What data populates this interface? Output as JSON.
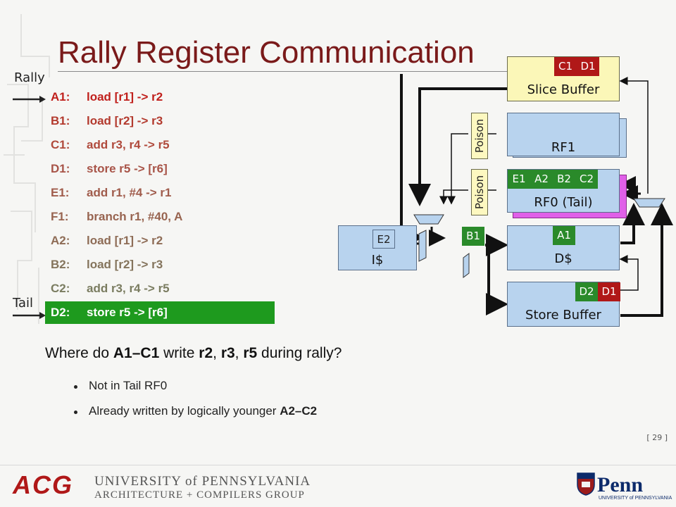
{
  "title": "Rally Register Communication",
  "labels": {
    "rally": "Rally",
    "tail": "Tail"
  },
  "code": [
    {
      "label": "A1:",
      "instr": "load [r1] -> r2",
      "color": "#c0201c",
      "highlight": false
    },
    {
      "label": "B1:",
      "instr": "load [r2] -> r3",
      "color": "#b33a2e",
      "highlight": false
    },
    {
      "label": "C1:",
      "instr": "add r3, r4 -> r5",
      "color": "#b04a3c",
      "highlight": false
    },
    {
      "label": "D1:",
      "instr": "store r5 -> [r6]",
      "color": "#a85448",
      "highlight": false
    },
    {
      "label": "E1:",
      "instr": "add r1, #4 -> r1",
      "color": "#a05c4c",
      "highlight": false
    },
    {
      "label": "F1:",
      "instr": "branch r1, #40, A",
      "color": "#986450",
      "highlight": false
    },
    {
      "label": "A2:",
      "instr": "load [r1] -> r2",
      "color": "#8e6c56",
      "highlight": false
    },
    {
      "label": "B2:",
      "instr": "load [r2] -> r3",
      "color": "#84745c",
      "highlight": false
    },
    {
      "label": "C2:",
      "instr": "add r3, r4 -> r5",
      "color": "#7a7c60",
      "highlight": false
    },
    {
      "label": "D2:",
      "instr": "store r5 -> [r6]",
      "color": "#ffffff",
      "highlight": true
    }
  ],
  "diagram": {
    "slice_buffer": {
      "name": "Slice Buffer",
      "cells": [
        "C1",
        "D1"
      ]
    },
    "rf1": {
      "name": "RF1"
    },
    "rf0": {
      "name": "RF0 (Tail)",
      "cells": [
        "E1",
        "A2",
        "B2",
        "C2"
      ]
    },
    "poison": "Poison",
    "icache": {
      "name": "I$",
      "cell": "E2"
    },
    "pipe_cell": "B1",
    "dcache": {
      "name": "D$",
      "cell": "A1"
    },
    "store_buffer": {
      "name": "Store Buffer",
      "cells": [
        "D2",
        "D1"
      ]
    }
  },
  "question": {
    "pre": "Where do ",
    "b1": "A1–C1",
    "mid1": " write ",
    "b2": "r2",
    "mid2": ", ",
    "b3": "r3",
    "mid3": ", ",
    "b4": "r5",
    "post": " during rally?"
  },
  "bullets": {
    "first": "Not in Tail RF0",
    "second_pre": "Already written by logically younger ",
    "second_bold": "A2–C2"
  },
  "page_number": "[ 29 ]",
  "footer": {
    "acg": "ACG",
    "upenn_line1": "UNIVERSITY of PENNSYLVANIA",
    "upenn_line2": "ARCHITECTURE + COMPILERS GROUP",
    "penn": "Penn",
    "penn_sub": "UNIVERSITY of PENNSYLVANIA"
  },
  "colors": {
    "title": "#7a1a1a",
    "block": "#b8d3ee",
    "cell_red": "#b01818",
    "cell_green": "#2a8a2a",
    "highlight_bar": "#1e9a1e",
    "poison_fill": "#fdf8c0",
    "rf0_shadow": "#e060e8"
  }
}
